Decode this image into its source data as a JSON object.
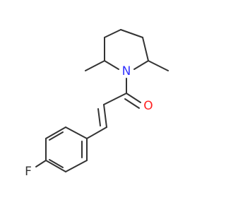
{
  "atoms": {
    "nitrogen": {
      "label": "N",
      "color": "#3333ff"
    },
    "oxygen": {
      "label": "O",
      "color": "#ff2020"
    },
    "fluorine": {
      "label": "F",
      "color": "#333333"
    }
  },
  "colors": {
    "bond": "#333333",
    "background": "#ffffff"
  }
}
